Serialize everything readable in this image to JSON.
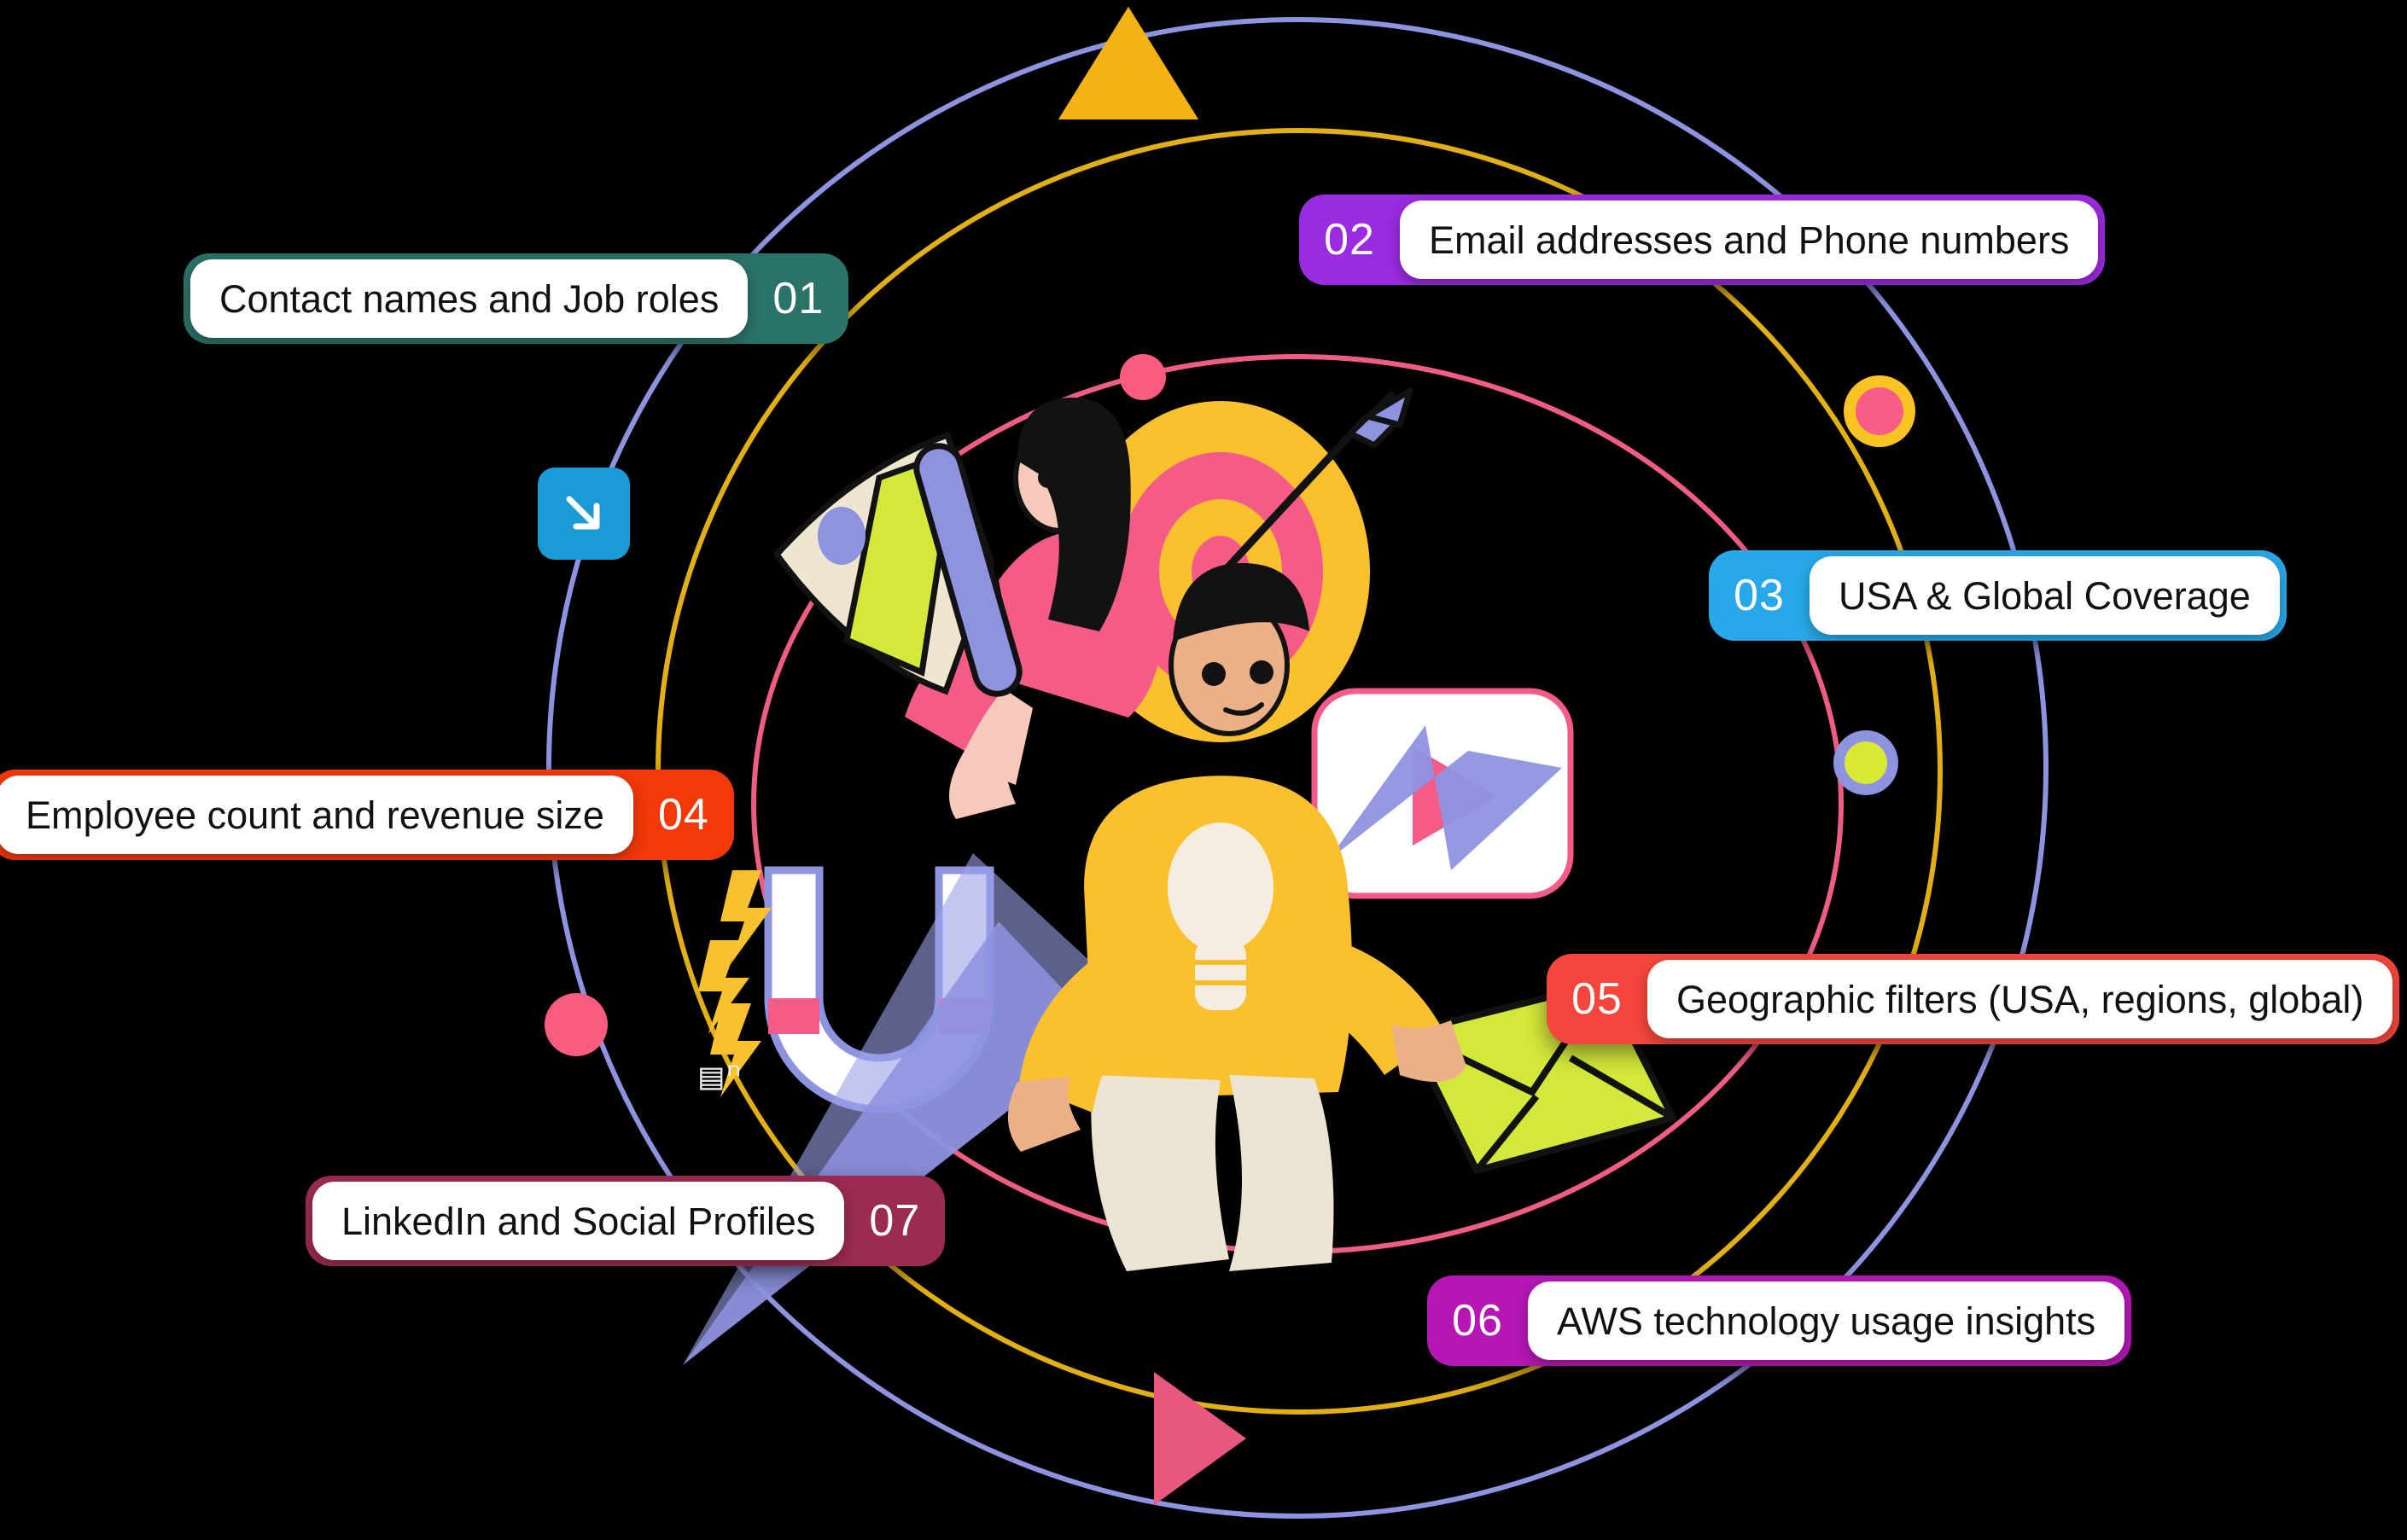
{
  "diagram": {
    "title": "B2B Contact Data Features Orbit Infographic",
    "background_color": "#000000",
    "rings": [
      {
        "name": "outer-orbit",
        "color": "#8e93e0"
      },
      {
        "name": "middle-orbit",
        "color": "#e2b014"
      },
      {
        "name": "inner-orbit",
        "color": "#ef5e82"
      }
    ]
  },
  "items": [
    {
      "number": "01",
      "label": "Contact names and Job roles",
      "accent": "#2b7268",
      "num_side": "right",
      "icon": "badge-01"
    },
    {
      "number": "02",
      "label": "Email addresses and Phone numbers",
      "accent": "#9b2be0",
      "num_side": "left",
      "icon": "badge-02"
    },
    {
      "number": "03",
      "label": "USA & Global Coverage",
      "accent": "#28a8e8",
      "num_side": "left",
      "icon": "badge-03"
    },
    {
      "number": "04",
      "label": "Employee count and revenue size",
      "accent": "#f4380a",
      "num_side": "right",
      "icon": "badge-04"
    },
    {
      "number": "05",
      "label": "Geographic filters (USA, regions, global)",
      "accent": "#f4463c",
      "num_side": "left",
      "icon": "badge-05"
    },
    {
      "number": "06",
      "label": "AWS technology usage insights",
      "accent": "#b517b5",
      "num_side": "left",
      "icon": "badge-06"
    },
    {
      "number": "07",
      "label": "LinkedIn and Social Profiles",
      "accent": "#9b2b52",
      "num_side": "right",
      "icon": "badge-07"
    }
  ],
  "decorations": [
    {
      "icon": "triangle-up-icon",
      "color": "#f5b313"
    },
    {
      "icon": "arrow-down-right-icon",
      "color": "#1b9ad6"
    },
    {
      "icon": "dot-icon",
      "color": "#fa5c7e"
    },
    {
      "icon": "flower-ring-icon",
      "color": "#fcc324"
    },
    {
      "icon": "ring-dot-icon",
      "color": "#8e93e0"
    },
    {
      "icon": "triangle-right-icon",
      "color": "#e8577f"
    },
    {
      "icon": "dot-small-icon",
      "color": "#f95c7d"
    },
    {
      "icon": "glyph-icon",
      "color": "#f3f3f3"
    }
  ],
  "illustration": {
    "name": "marketing-team-growth-illustration",
    "elements": [
      {
        "icon": "megaphone-icon",
        "color": "#d4e157"
      },
      {
        "icon": "dartboard-icon",
        "color": "#fbc02d"
      },
      {
        "icon": "arrow-dart-icon",
        "color": "#8e93e0"
      },
      {
        "icon": "play-button-icon",
        "color": "#f45b86"
      },
      {
        "icon": "magnet-icon",
        "color": "#8e93e0"
      },
      {
        "icon": "lightning-icon",
        "color": "#f9c22e"
      },
      {
        "icon": "envelope-icon",
        "color": "#d4e83b"
      },
      {
        "icon": "growth-arrow-icon",
        "color": "#8e93e0"
      },
      {
        "icon": "lightbulb-icon",
        "color": "#f5ede0"
      },
      {
        "icon": "person-woman-icon",
        "color": "#f45b86"
      },
      {
        "icon": "person-man-icon",
        "color": "#fbc02d"
      }
    ]
  }
}
